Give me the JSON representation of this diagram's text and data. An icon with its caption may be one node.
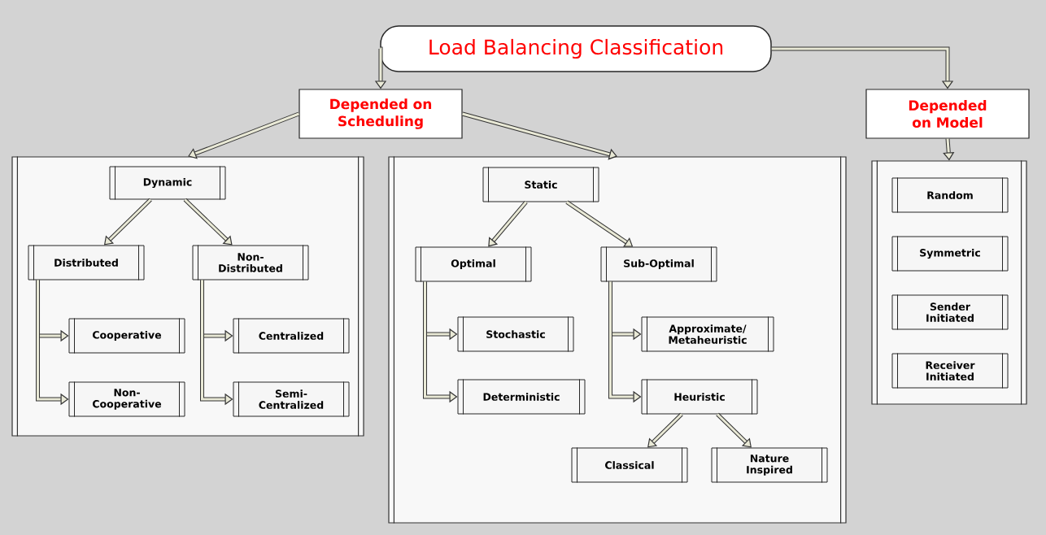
{
  "diagram": {
    "nodes": [
      {
        "text": [
          "Load Balancing Classification"
        ]
      },
      {
        "text": [
          "Depended on Scheduling"
        ]
      },
      {
        "text": [
          "Depended on Model"
        ]
      },
      {
        "text": [],
        "shape": "box"
      },
      {
        "text": [
          "Dynamic"
        ],
        "in": 3
      },
      {
        "text": [
          "Distributed"
        ],
        "in": 3
      },
      {
        "text": [
          "Non-Distributed"
        ],
        "in": 3
      },
      {
        "text": [
          "Cooperative"
        ],
        "in": 3
      },
      {
        "text": [
          "Non-Cooperative"
        ],
        "in": 3
      },
      {
        "text": [
          "Centralized"
        ],
        "in": 3
      },
      {
        "text": [
          "Semi-Centralized"
        ],
        "in": 3
      },
      {
        "text": [],
        "shape": "box"
      },
      {
        "text": [
          "Static"
        ],
        "in": 11
      },
      {
        "text": [
          "Optimal"
        ],
        "in": 11
      },
      {
        "text": [
          "Sub-Optimal"
        ],
        "in": 11
      },
      {
        "text": [
          "Stochastic"
        ],
        "in": 11
      },
      {
        "text": [
          "Deterministic"
        ],
        "in": 11
      },
      {
        "text": [
          "Approximate/ Metaheuristic"
        ],
        "in": 11
      },
      {
        "text": [
          "Heuristic"
        ],
        "in": 11
      },
      {
        "text": [
          "Classical"
        ],
        "in": 11
      },
      {
        "text": [
          "Nature Inspired"
        ],
        "in": 11
      },
      {
        "text": [],
        "shape": "box"
      },
      {
        "text": [
          "Random"
        ],
        "in": 21
      },
      {
        "text": [
          "Symmetric"
        ],
        "in": 21
      },
      {
        "text": [
          "Sender Initiated"
        ],
        "in": 21
      },
      {
        "text": [
          "Receiver Initiated"
        ],
        "in": 21
      }
    ],
    "edges": [
      {
        "from": 0,
        "to": 1,
        "arrow": "to"
      },
      {
        "from": 0,
        "to": 2,
        "arrow": "to"
      },
      {
        "from": 1,
        "to": 3,
        "arrow": "to"
      },
      {
        "from": 1,
        "to": 11,
        "arrow": "to"
      },
      {
        "from": 2,
        "to": 21,
        "arrow": "to"
      },
      {
        "from": 4,
        "to": 5,
        "arrow": "to"
      },
      {
        "from": 4,
        "to": 6,
        "arrow": "to"
      },
      {
        "from": 5,
        "to": 7,
        "arrow": "to"
      },
      {
        "from": 5,
        "to": 8,
        "arrow": "to"
      },
      {
        "from": 6,
        "to": 9,
        "arrow": "to"
      },
      {
        "from": 6,
        "to": 10,
        "arrow": "to"
      },
      {
        "from": 12,
        "to": 13,
        "arrow": "to"
      },
      {
        "from": 12,
        "to": 14,
        "arrow": "to"
      },
      {
        "from": 13,
        "to": 15,
        "arrow": "to"
      },
      {
        "from": 13,
        "to": 16,
        "arrow": "to"
      },
      {
        "from": 14,
        "to": 17,
        "arrow": "to"
      },
      {
        "from": 14,
        "to": 18,
        "arrow": "to"
      },
      {
        "from": 18,
        "to": 19,
        "arrow": "to"
      },
      {
        "from": 18,
        "to": 20,
        "arrow": "to"
      }
    ]
  }
}
